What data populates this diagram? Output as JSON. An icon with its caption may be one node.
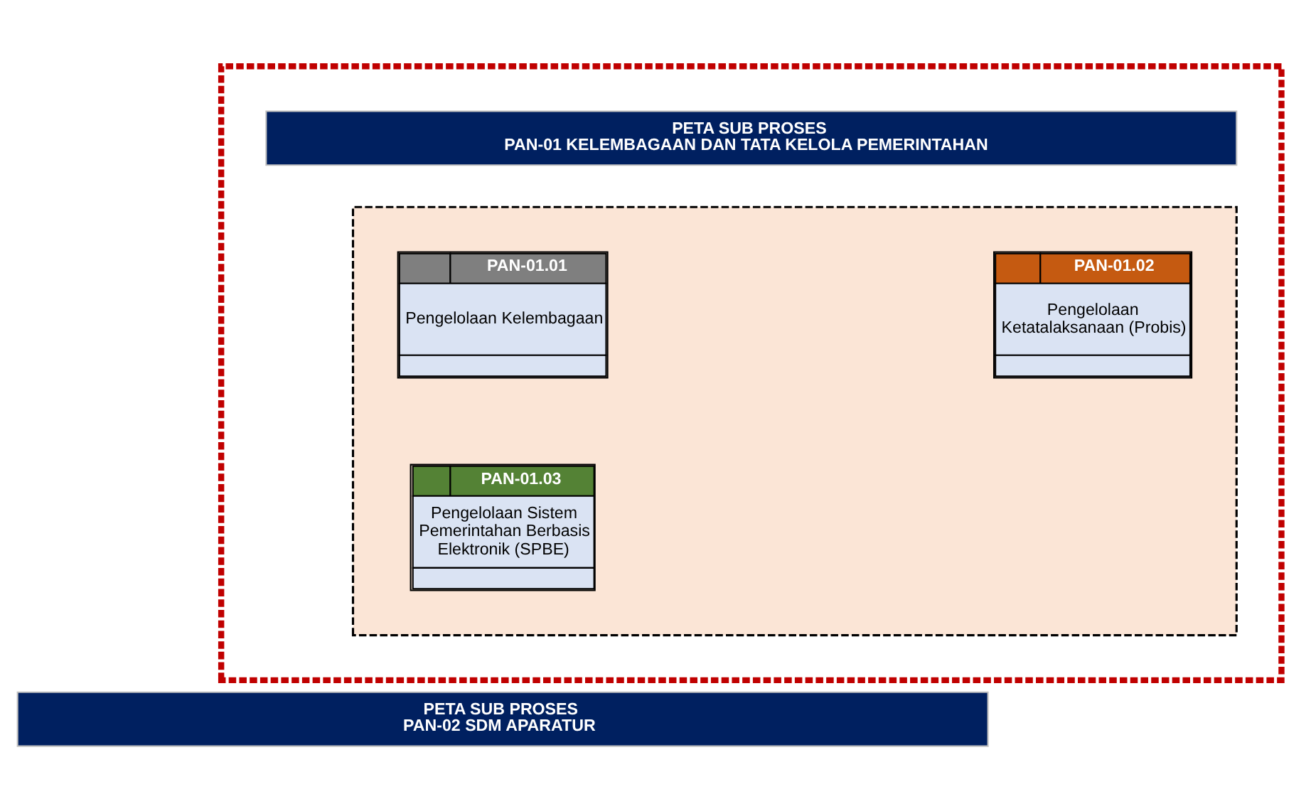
{
  "diagram": {
    "nodes": [
      {
        "text": [],
        "shape": "box"
      },
      {
        "text": [
          "PETA SUB PROSES",
          "PAN-01 KELEMBAGAAN DAN TATA KELOLA PEMERINTAHAN"
        ],
        "in": 0
      },
      {
        "text": [],
        "shape": "box",
        "in": 0
      },
      {
        "text": [
          "PAN-01.01",
          "Pengelolaan Kelembagaan"
        ],
        "in": 2
      },
      {
        "text": [
          "PAN-01.02",
          "Pengelolaan Ketatalaksanaan (Probis)"
        ],
        "in": 2
      },
      {
        "text": [
          "PAN-01.03",
          "Pengelolaan Sistem Pemerintahan Berbasis Elektronik (SPBE)"
        ],
        "in": 2
      },
      {
        "text": [
          "PETA SUB PROSES",
          "PAN-02 SDM APARATUR"
        ]
      }
    ],
    "edges": []
  }
}
